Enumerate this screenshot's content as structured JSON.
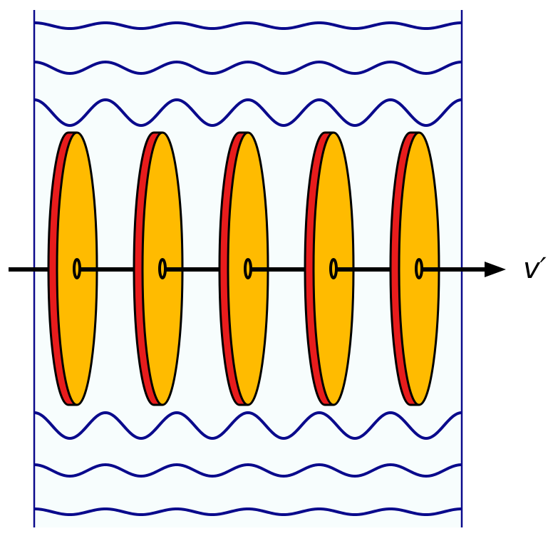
{
  "diagram": {
    "velocity_label": "v′",
    "disk_count": 5,
    "wave_line_count": 6,
    "colors": {
      "background_fill": "#f7fdfd",
      "wave": "#0a0a8c",
      "boundary": "#0a0a8c",
      "disk_face": "#ffbb00",
      "disk_rim": "#e81c1c",
      "outline": "#000000",
      "axis": "#000000"
    },
    "icons": [
      "arrow-right-icon"
    ]
  }
}
